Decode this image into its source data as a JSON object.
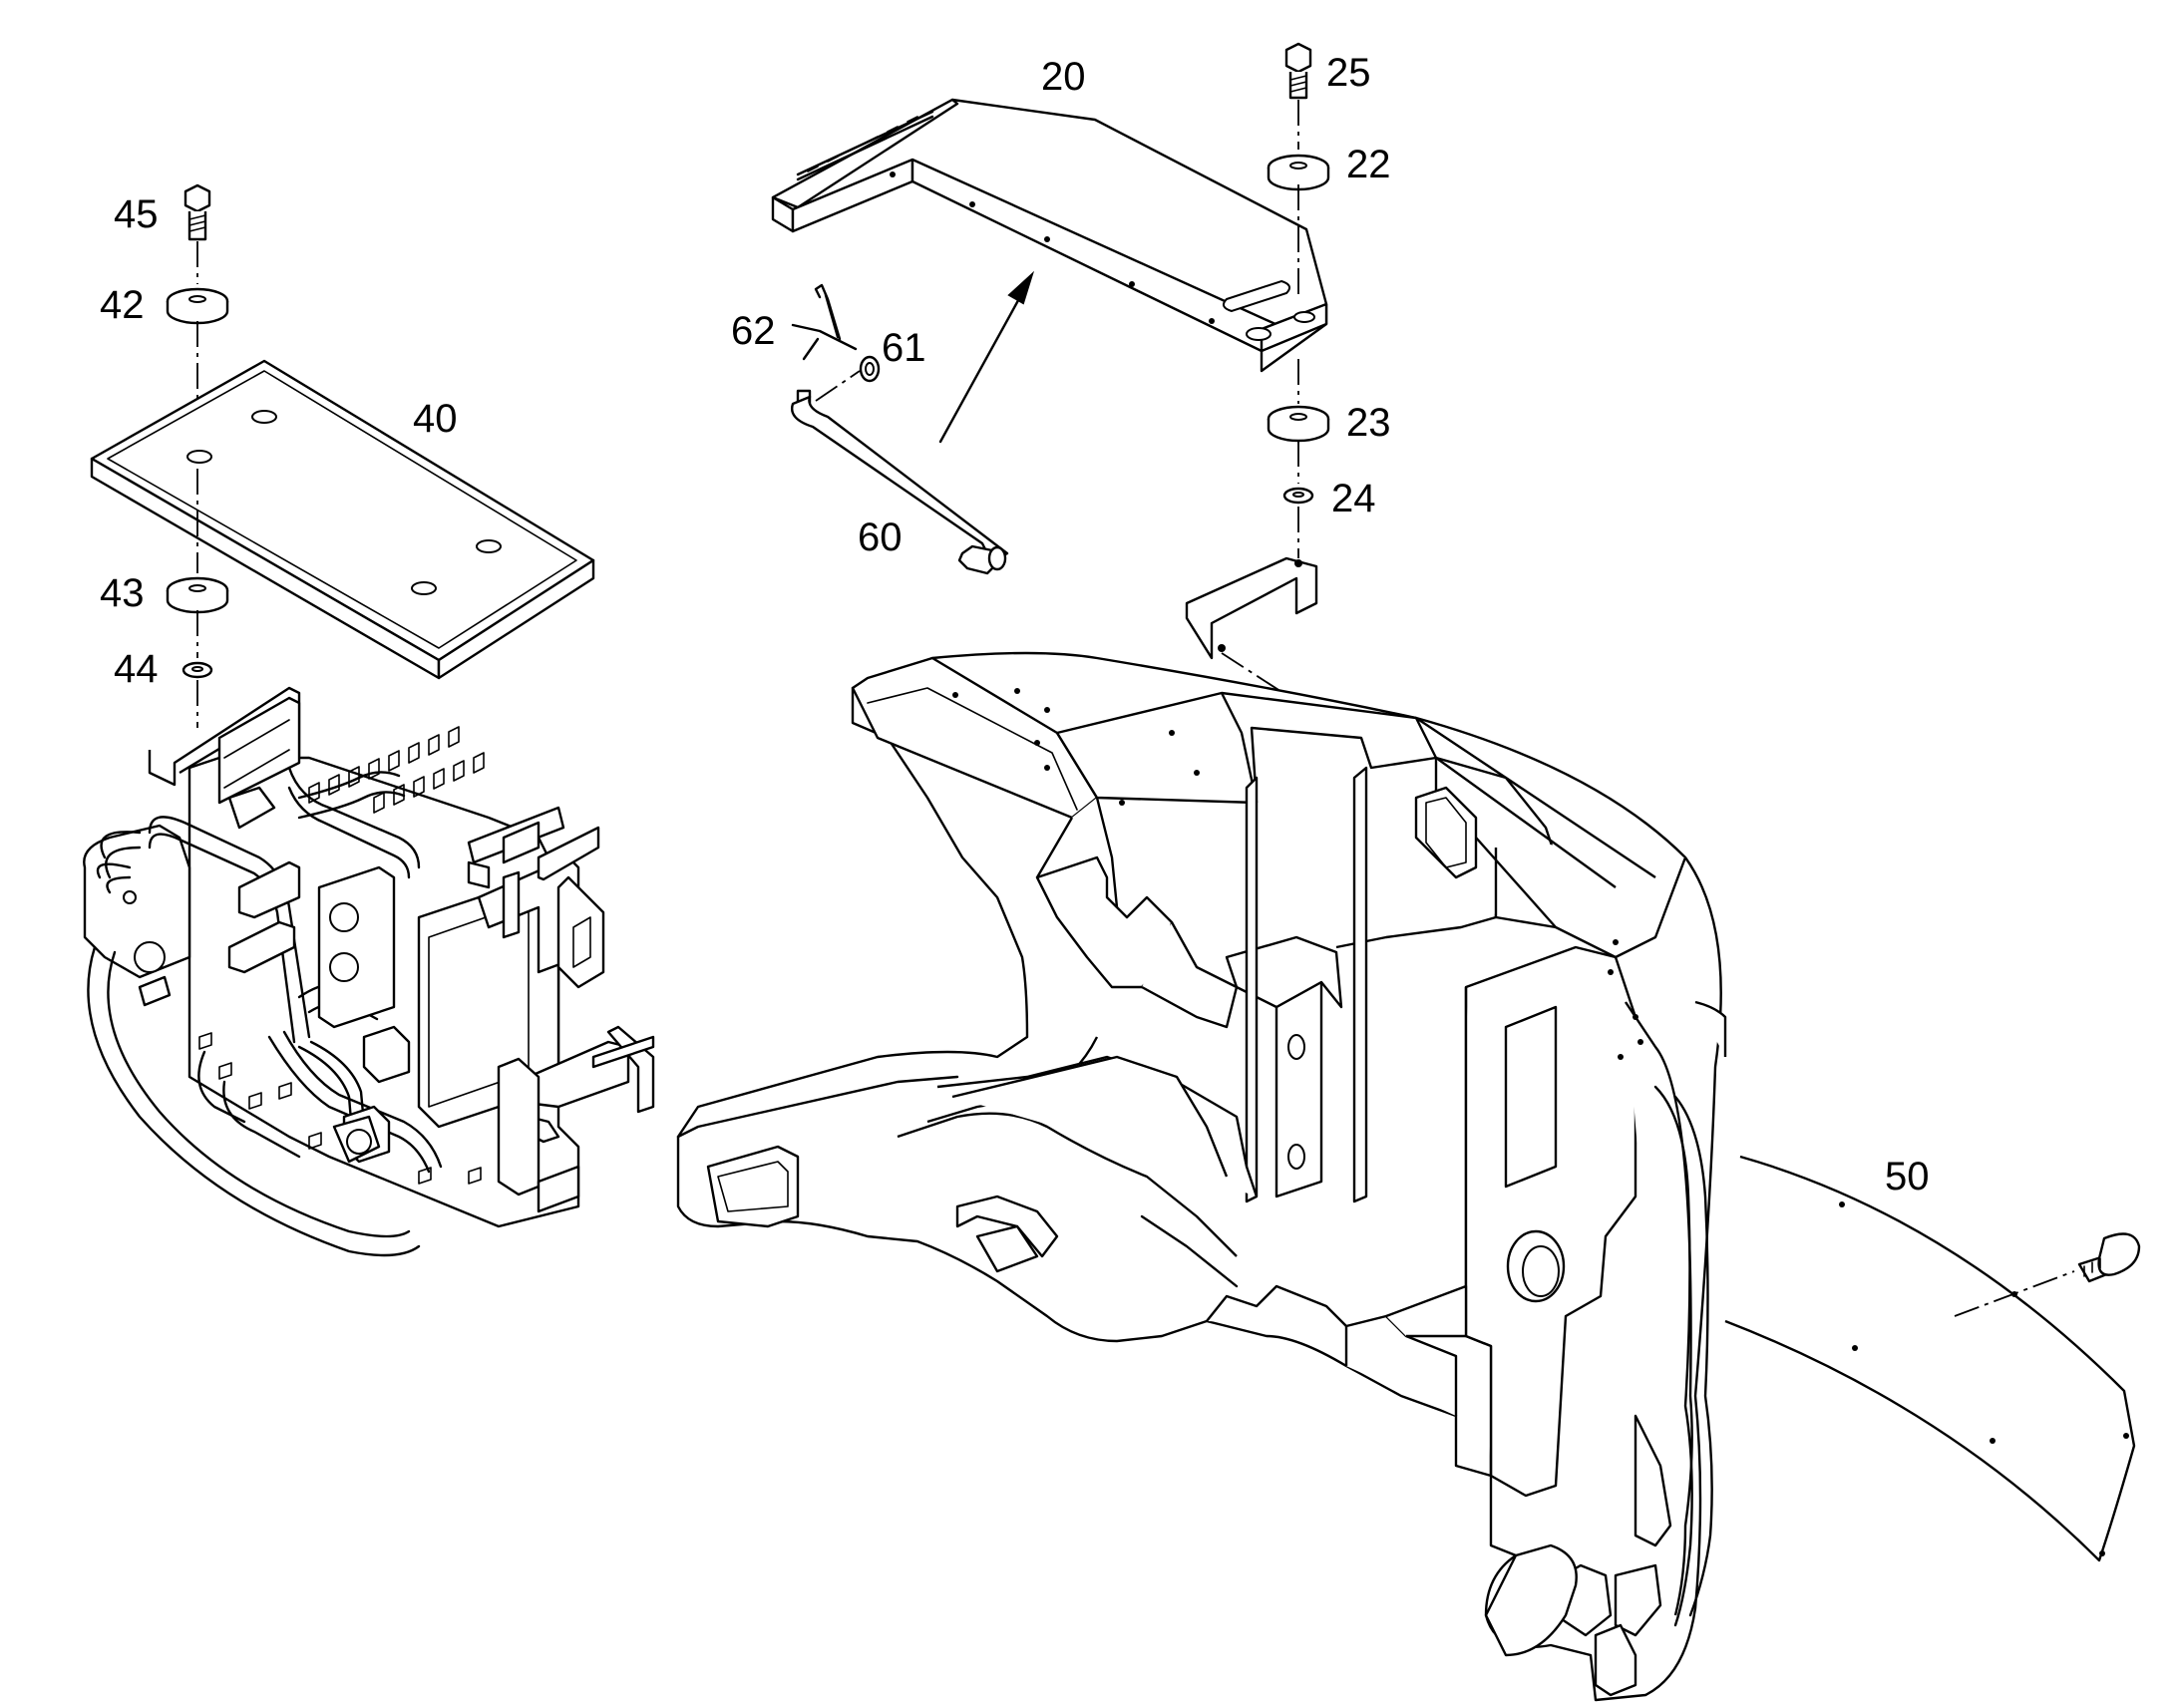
{
  "callouts": {
    "c20": "20",
    "c25": "25",
    "c22": "22",
    "c23": "23",
    "c24": "24",
    "c45": "45",
    "c42": "42",
    "c40": "40",
    "c43": "43",
    "c44": "44",
    "c62": "62",
    "c61": "61",
    "c60": "60",
    "c50": "50"
  }
}
